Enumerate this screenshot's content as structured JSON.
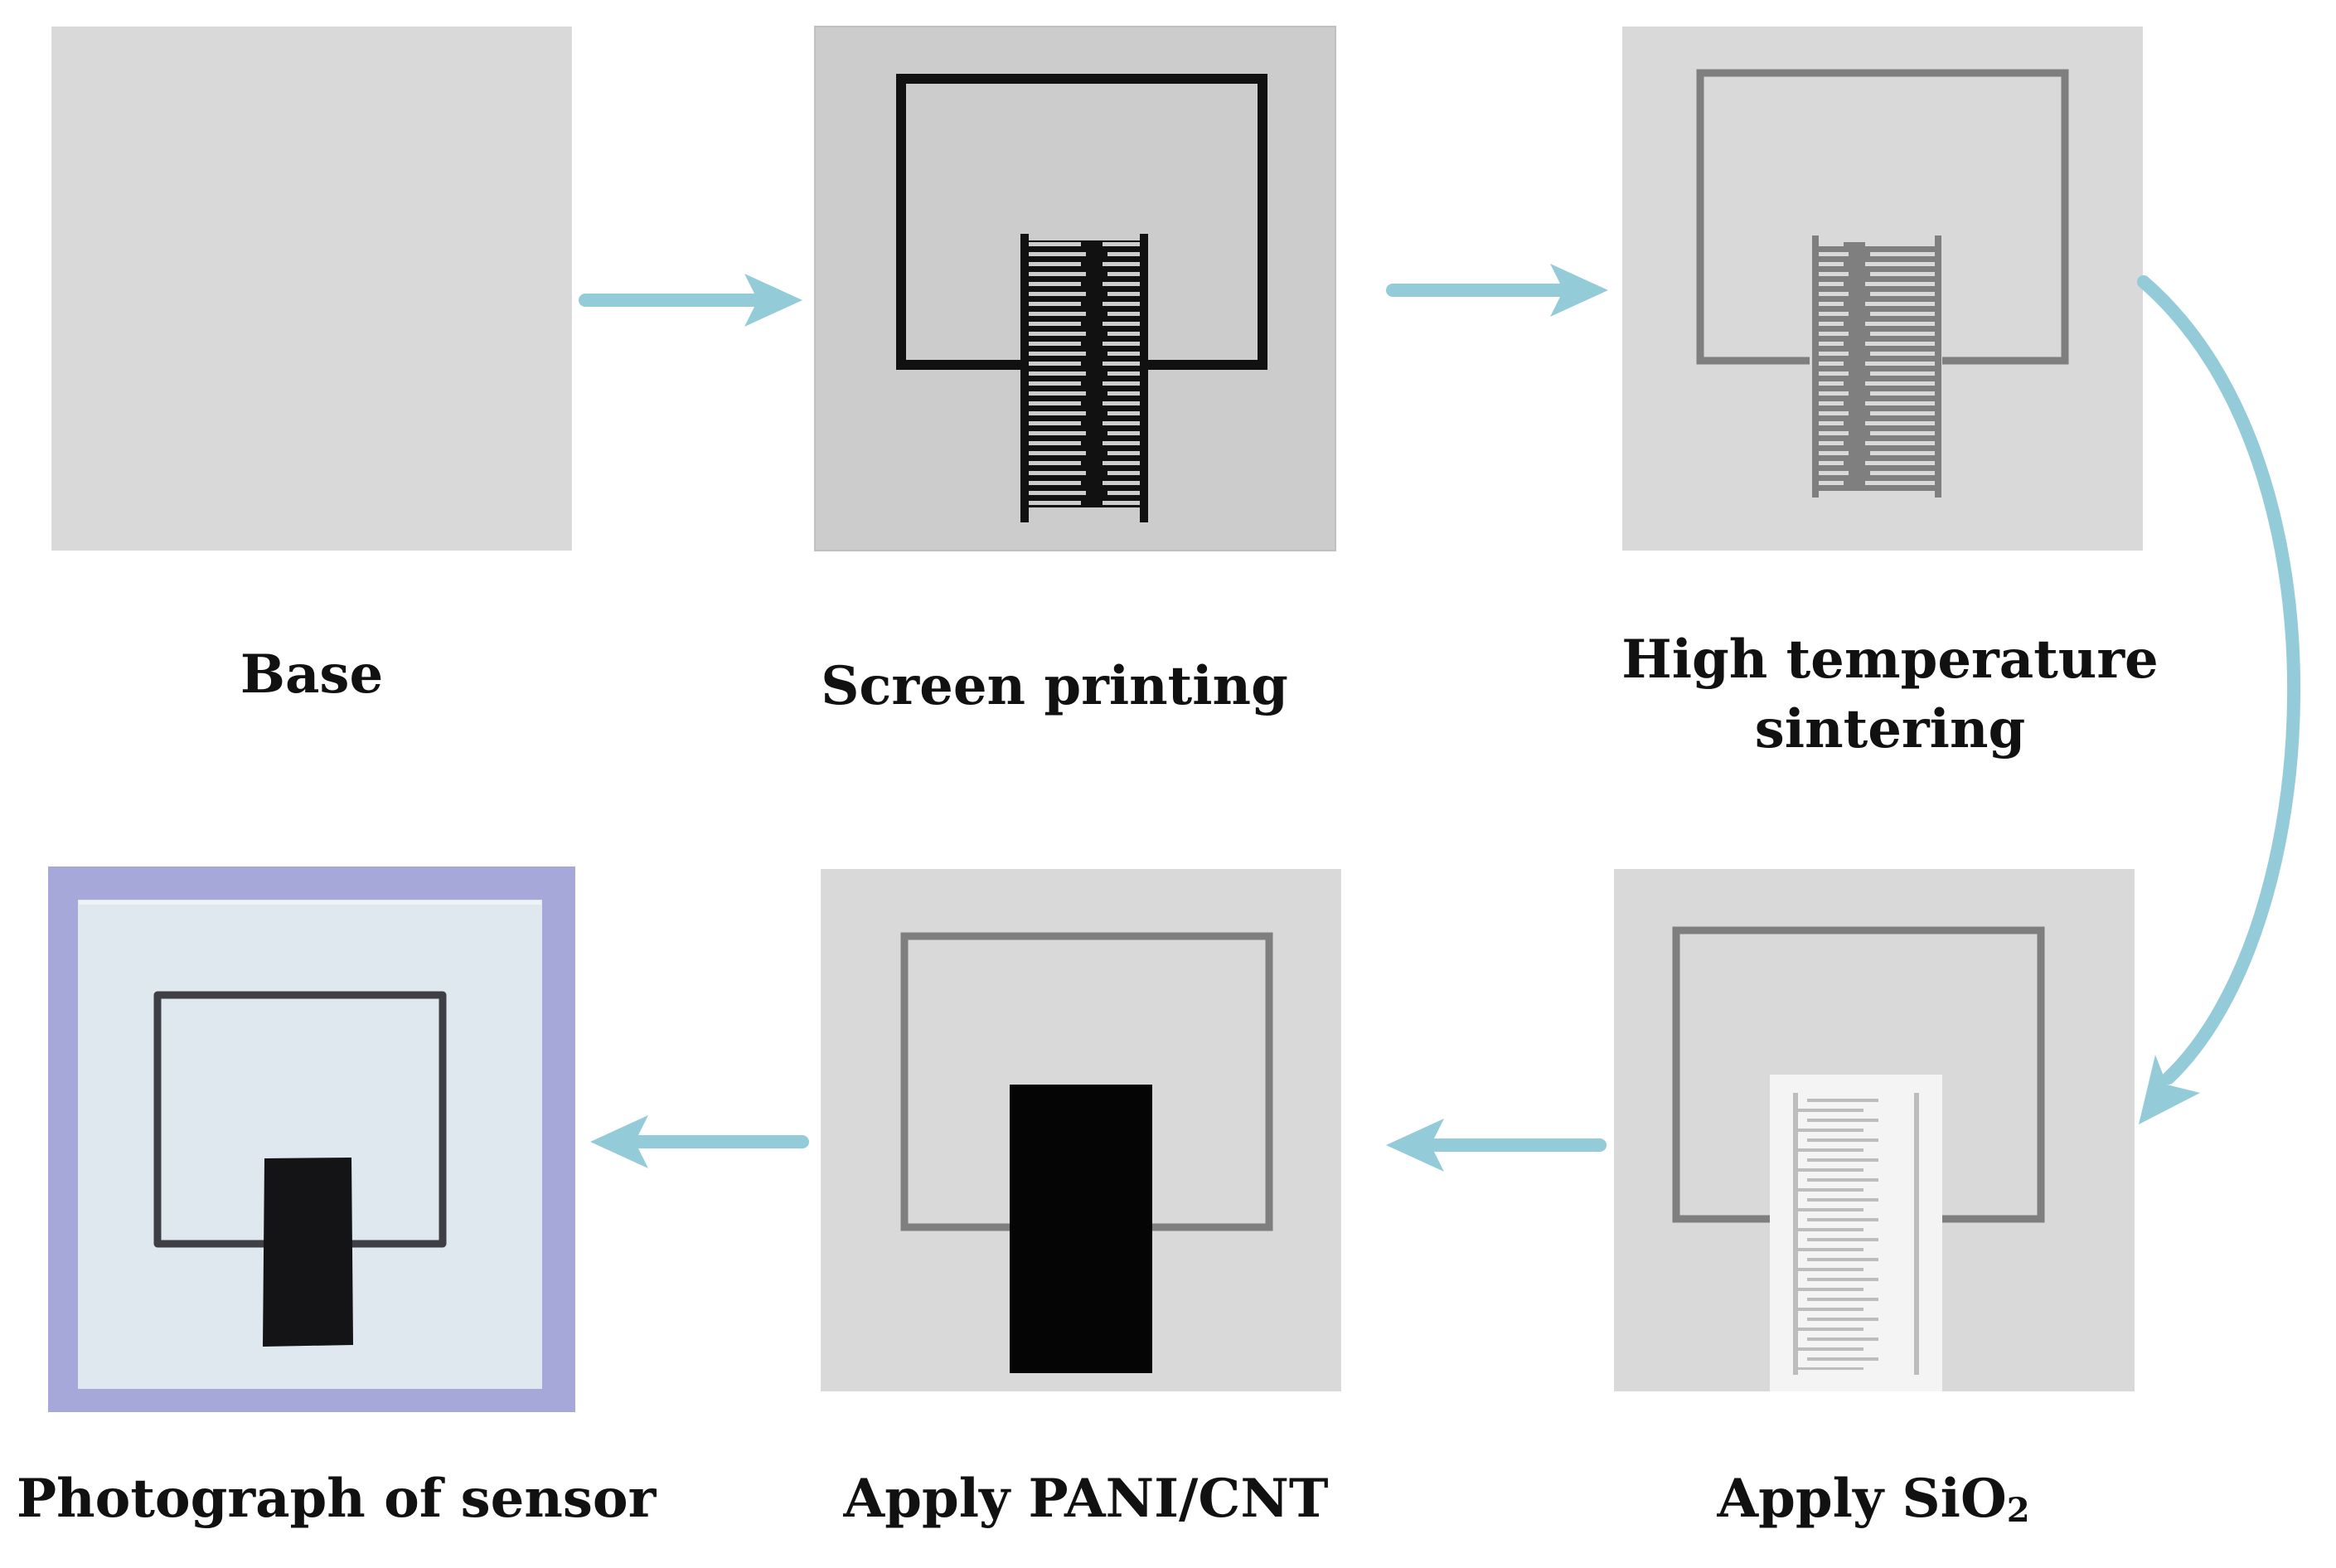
{
  "colors": {
    "arrow": "#94cbd8",
    "panel_gray": "#d9d9d9",
    "panel_dark_gray": "#cccccc",
    "trace_black": "#111111",
    "trace_gray": "#7f7f7f",
    "photo_frame": "#a6a8da",
    "photo_card": "#dfe8ee"
  },
  "steps": [
    {
      "id": "base",
      "label": "Base"
    },
    {
      "id": "screen-printing",
      "label": "Screen printing"
    },
    {
      "id": "sintering",
      "label_line1": "High temperature",
      "label_line2": "sintering"
    },
    {
      "id": "apply-sio2",
      "label_prefix": "Apply SiO",
      "label_subscript": "2"
    },
    {
      "id": "apply-pani-cnt",
      "label": "Apply PANI/CNT"
    },
    {
      "id": "photograph",
      "label": "Photograph of sensor"
    }
  ]
}
